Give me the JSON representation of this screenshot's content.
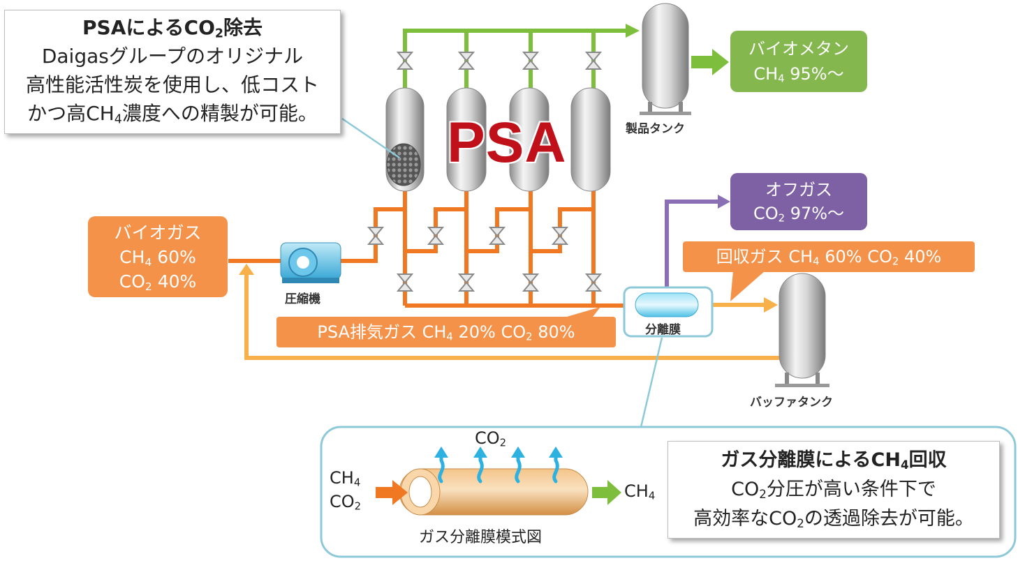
{
  "colors": {
    "green": "#7dbf3d",
    "green_box": "#84b84e",
    "orange": "#f07822",
    "orange_box": "#f5924a",
    "light_orange": "#f7b04a",
    "purple": "#8a6fb5",
    "purple_box": "#7e60a4",
    "callout_line": "#8ec9d9",
    "psa_red": "#c0101a",
    "steam_blue": "#2cb1e0"
  },
  "psa_callout": {
    "title_pre": "PSAによるCO",
    "title_sub": "2",
    "title_post": "除去",
    "line1": "Daigasグループのオリジナル",
    "line2": "高性能活性炭を使用し、低コスト",
    "line3_pre": "かつ高CH",
    "line3_sub": "4",
    "line3_post": "濃度への精製が可能。"
  },
  "psa_label": "PSA",
  "biomethane_box": {
    "title": "バイオメタン",
    "gas": "CH",
    "sub": "4",
    "value": " 95%～"
  },
  "offgas_box": {
    "title": "オフガス",
    "gas": "CO",
    "sub": "2",
    "value": " 97%～"
  },
  "biogas_box": {
    "title": "バイオガス",
    "ch4": "CH",
    "ch4_sub": "4",
    "ch4_value": " 60%",
    "co2": "CO",
    "co2_sub": "2",
    "co2_value": " 40%"
  },
  "recovered_gas": {
    "pre": "回収ガス CH",
    "sub1": "4",
    "mid": " 60% CO",
    "sub2": "2",
    "post": " 40%"
  },
  "psa_exhaust": {
    "pre": "PSA排気ガス  CH",
    "sub1": "4",
    "mid": " 20% CO",
    "sub2": "2",
    "post": " 80%"
  },
  "captions": {
    "product_tank": "製品タンク",
    "compressor": "圧縮機",
    "membrane": "分離膜",
    "buffer_tank": "バッファタンク"
  },
  "membrane_panel": {
    "co2_label": "CO",
    "co2_sub": "2",
    "in_ch4": "CH",
    "in_ch4_sub": "4",
    "in_co2": "CO",
    "in_co2_sub": "2",
    "out_ch4": "CH",
    "out_ch4_sub": "4",
    "diagram_caption": "ガス分離膜模式図"
  },
  "membrane_callout": {
    "title_pre": "ガス分離膜によるCH",
    "title_sub": "4",
    "title_post": "回収",
    "line1_pre": "CO",
    "line1_sub": "2",
    "line1_post": "分圧が高い条件下で",
    "line2_pre": "高効率なCO",
    "line2_sub": "2",
    "line2_post": "の透過除去が可能。"
  }
}
